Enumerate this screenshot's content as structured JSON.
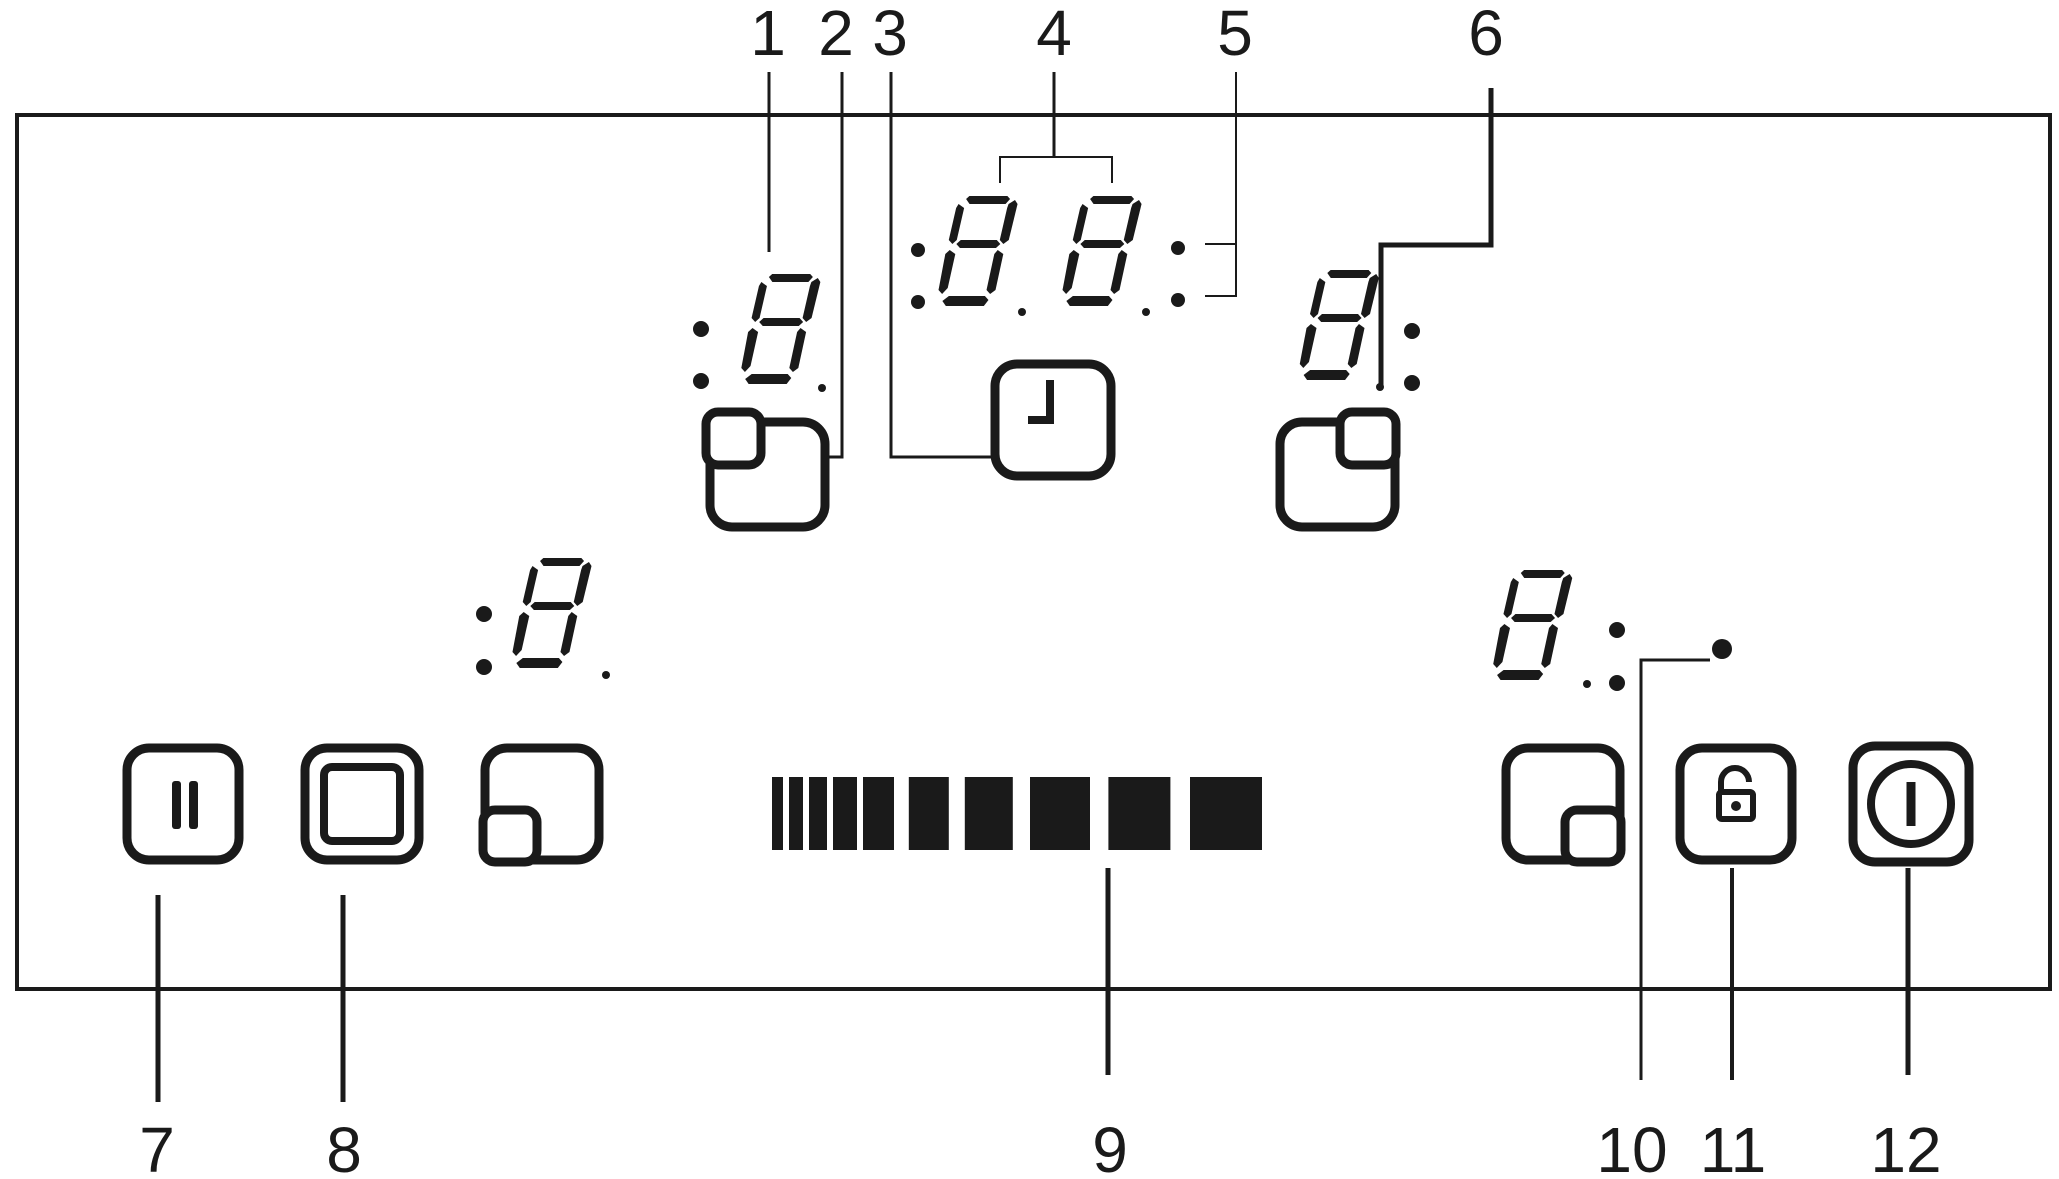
{
  "callouts": [
    {
      "id": "1",
      "label": "1"
    },
    {
      "id": "2",
      "label": "2"
    },
    {
      "id": "3",
      "label": "3"
    },
    {
      "id": "4",
      "label": "4"
    },
    {
      "id": "5",
      "label": "5"
    },
    {
      "id": "6",
      "label": "6"
    },
    {
      "id": "7",
      "label": "7"
    },
    {
      "id": "8",
      "label": "8"
    },
    {
      "id": "9",
      "label": "9"
    },
    {
      "id": "10",
      "label": "10"
    },
    {
      "id": "11",
      "label": "11"
    },
    {
      "id": "12",
      "label": "12"
    }
  ],
  "controls": {
    "pause": {
      "icon": "pause-icon"
    },
    "stop": {
      "icon": "stop-square-icon"
    },
    "zone_front_left": {
      "icon": "zone-front-left-icon"
    },
    "zone_rear_left": {
      "icon": "zone-rear-left-icon"
    },
    "timer": {
      "icon": "clock-icon"
    },
    "zone_rear_right": {
      "icon": "zone-rear-right-icon"
    },
    "zone_front_right": {
      "icon": "zone-front-right-icon"
    },
    "lock": {
      "icon": "padlock-icon"
    },
    "power": {
      "icon": "power-icon"
    },
    "slider": {
      "icon": "power-slider-icon",
      "segments": 10
    }
  },
  "colors": {
    "ink": "#1a1a1a",
    "background": "#ffffff"
  }
}
